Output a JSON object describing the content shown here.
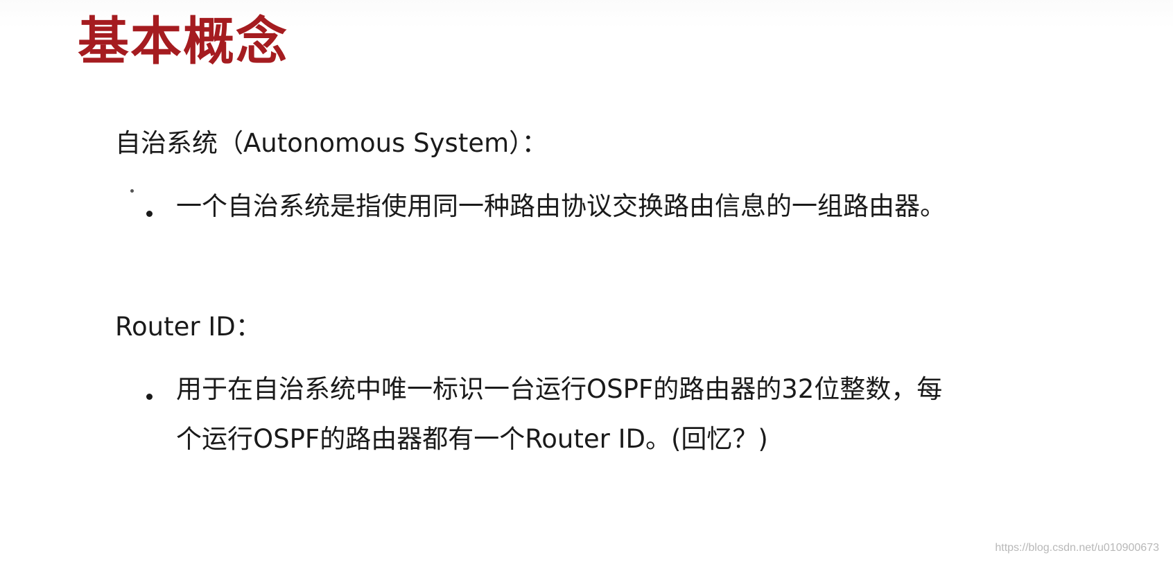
{
  "slide": {
    "title": "基本概念",
    "sections": [
      {
        "heading": "自治系统（Autonomous System）：",
        "bullets": [
          "一个自治系统是指使用同一种路由协议交换路由信息的一组路由器。"
        ]
      },
      {
        "heading": "Router ID：",
        "bullets": [
          "用于在自治系统中唯一标识一台运行OSPF的路由器的32位整数，每",
          "个运行OSPF的路由器都有一个Router ID。(回忆？)"
        ]
      }
    ],
    "watermark": "https://blog.csdn.net/u010900673"
  },
  "colors": {
    "title": "#a51c20",
    "text": "#1a1a1a",
    "background": "#ffffff",
    "watermark": "#b8b8b8"
  }
}
